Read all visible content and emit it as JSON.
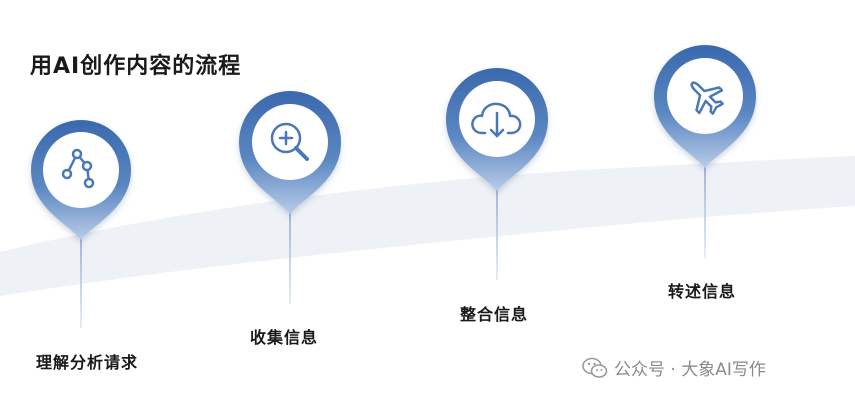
{
  "title": "用AI创作内容的流程",
  "steps": [
    {
      "label": "理解分析请求",
      "icon": "share-nodes-icon"
    },
    {
      "label": "收集信息",
      "icon": "zoom-in-icon"
    },
    {
      "label": "整合信息",
      "icon": "cloud-download-icon"
    },
    {
      "label": "转述信息",
      "icon": "airplane-icon"
    }
  ],
  "watermark": {
    "text": "公众号 · 大象AI写作",
    "icon": "wechat-icon"
  },
  "colors": {
    "pin_dark": "#3a69ad",
    "pin_light": "#c8d8ee",
    "ribbon": "#eef1f6",
    "stem": "#b9c9e2"
  }
}
